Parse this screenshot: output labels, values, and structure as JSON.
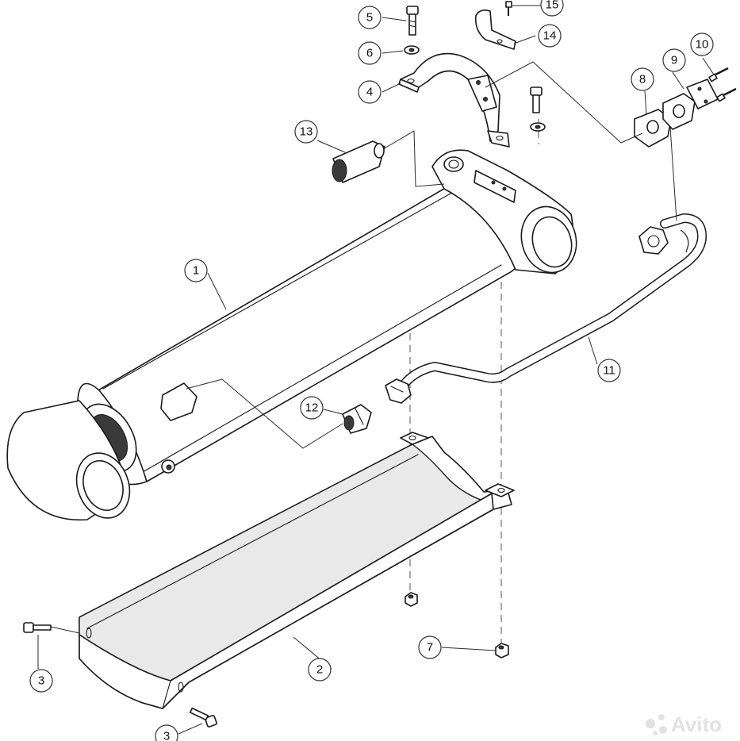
{
  "diagram": {
    "callouts": [
      {
        "id": "c1",
        "label": "1"
      },
      {
        "id": "c2",
        "label": "2"
      },
      {
        "id": "c3a",
        "label": "3"
      },
      {
        "id": "c3b",
        "label": "3"
      },
      {
        "id": "c4",
        "label": "4"
      },
      {
        "id": "c5",
        "label": "5"
      },
      {
        "id": "c6",
        "label": "6"
      },
      {
        "id": "c7",
        "label": "7"
      },
      {
        "id": "c8",
        "label": "8"
      },
      {
        "id": "c9",
        "label": "9"
      },
      {
        "id": "c10",
        "label": "10"
      },
      {
        "id": "c11",
        "label": "11"
      },
      {
        "id": "c12",
        "label": "12"
      },
      {
        "id": "c13",
        "label": "13"
      },
      {
        "id": "c14",
        "label": "14"
      },
      {
        "id": "c15",
        "label": "15"
      }
    ]
  },
  "watermark": {
    "text": "Avito",
    "icon": "avito-logo-icon"
  },
  "colors": {
    "line": "#1a1a1a",
    "background": "#ffffff",
    "watermark": "#e2e2e2"
  }
}
